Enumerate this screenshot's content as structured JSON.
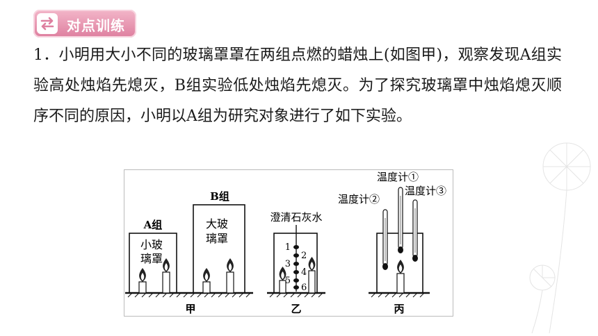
{
  "header": {
    "badge_label": "对点训练",
    "badge_icon": "swap-arrows-icon",
    "badge_color": "#de7f9f"
  },
  "question": {
    "number": "1．",
    "text": "小明用大小不同的玻璃罩罩在两组点燃的蜡烛上(如图甲)，观察发现A组实验高处烛焰先熄灭，B组实验低处烛焰先熄灭。为了探究玻璃罩中烛焰熄灭顺序不同的原因，小明以A组为研究对象进行了如下实验。"
  },
  "figure": {
    "panel_jia": {
      "group_a_label": "A组",
      "small_cover_line1": "小玻",
      "small_cover_line2": "璃罩",
      "group_b_label": "B组",
      "big_cover_line1": "大玻",
      "big_cover_line2": "璃罩",
      "caption": "甲"
    },
    "panel_yi": {
      "limewater_label": "澄清石灰水",
      "drops": [
        "1",
        "2",
        "3",
        "4",
        "5",
        "6"
      ],
      "caption": "乙"
    },
    "panel_bing": {
      "thermometer1": "温度计①",
      "thermometer2": "温度计②",
      "thermometer3": "温度计③",
      "caption": "丙"
    }
  }
}
